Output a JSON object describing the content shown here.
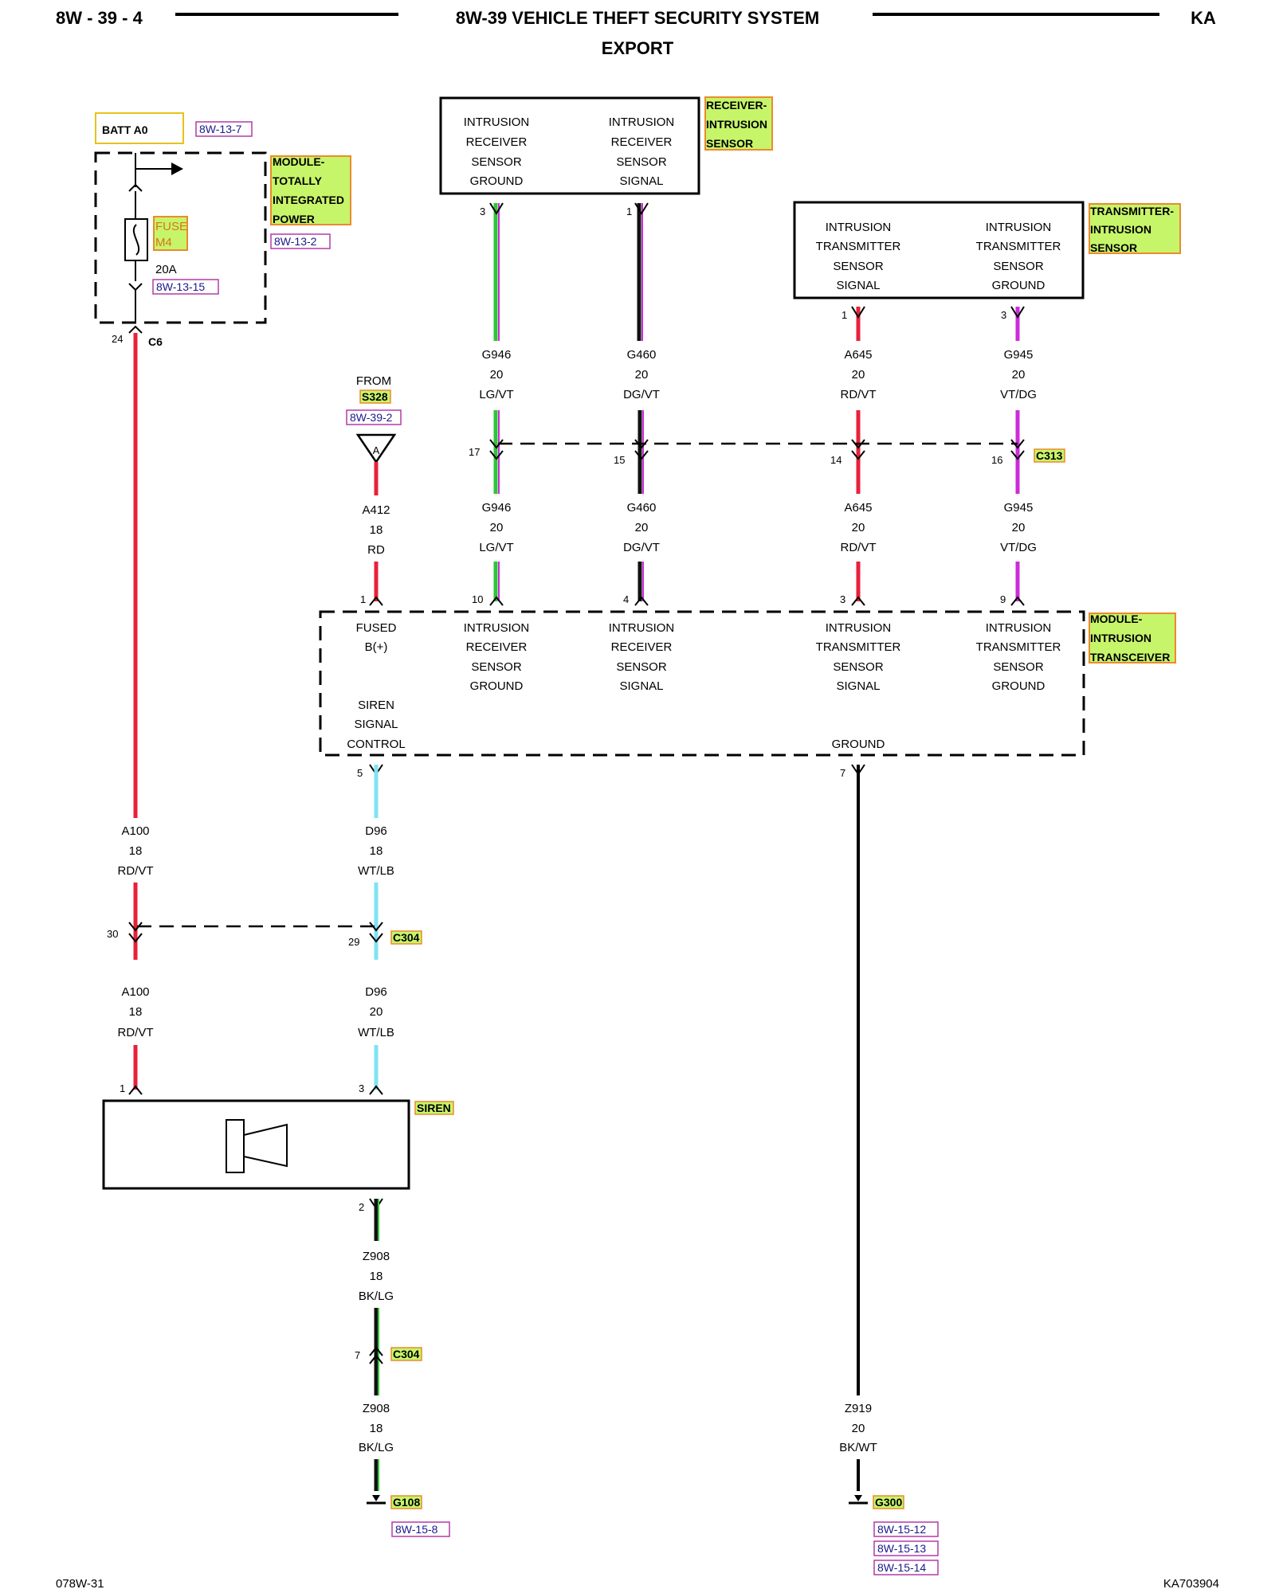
{
  "header": {
    "page_id": "8W - 39 - 4",
    "title": "8W-39 VEHICLE THEFT SECURITY SYSTEM",
    "subtitle": "EXPORT",
    "model": "KA"
  },
  "footer": {
    "left": "078W-31",
    "right": "KA703904"
  },
  "batt": {
    "label": "BATT A0",
    "ref": "8W-13-7"
  },
  "tipm": {
    "label_lines": [
      "MODULE-",
      "TOTALLY",
      "INTEGRATED",
      "POWER"
    ],
    "ref": "8W-13-2",
    "fuse_label": [
      "FUSE",
      "M4"
    ],
    "fuse_rating": "20A",
    "fuse_ref": "8W-13-15",
    "pin": "24",
    "connector": "C6"
  },
  "receiver": {
    "label_lines": [
      "RECEIVER-",
      "INTRUSION",
      "SENSOR"
    ],
    "col1": [
      "INTRUSION",
      "RECEIVER",
      "SENSOR",
      "GROUND"
    ],
    "col2": [
      "INTRUSION",
      "RECEIVER",
      "SENSOR",
      "SIGNAL"
    ],
    "pin1": "3",
    "pin2": "1"
  },
  "transmitter": {
    "label_lines": [
      "TRANSMITTER-",
      "INTRUSION",
      "SENSOR"
    ],
    "col1": [
      "INTRUSION",
      "TRANSMITTER",
      "SENSOR",
      "SIGNAL"
    ],
    "col2": [
      "INTRUSION",
      "TRANSMITTER",
      "SENSOR",
      "GROUND"
    ],
    "pin1": "1",
    "pin2": "3"
  },
  "splice": {
    "from": "FROM",
    "name": "S328",
    "ref": "8W-39-2",
    "letter": "A"
  },
  "c313": {
    "connector": "C313",
    "pins": [
      "17",
      "15",
      "14",
      "16"
    ],
    "upper_wires": [
      {
        "code": "G946",
        "gauge": "20",
        "color": "LG/VT"
      },
      {
        "code": "G460",
        "gauge": "20",
        "color": "DG/VT"
      },
      {
        "code": "A645",
        "gauge": "20",
        "color": "RD/VT"
      },
      {
        "code": "G945",
        "gauge": "20",
        "color": "VT/DG"
      }
    ],
    "lower_wires": [
      {
        "code": "G946",
        "gauge": "20",
        "color": "LG/VT"
      },
      {
        "code": "G460",
        "gauge": "20",
        "color": "DG/VT"
      },
      {
        "code": "A645",
        "gauge": "20",
        "color": "RD/VT"
      },
      {
        "code": "G945",
        "gauge": "20",
        "color": "VT/DG"
      }
    ]
  },
  "a412": {
    "code": "A412",
    "gauge": "18",
    "color": "RD"
  },
  "transceiver": {
    "label_lines": [
      "MODULE-",
      "INTRUSION",
      "TRANSCEIVER"
    ],
    "pins_top": [
      "1",
      "10",
      "4",
      "3",
      "9"
    ],
    "fused": [
      "FUSED",
      "B(+)"
    ],
    "rx_gnd": [
      "INTRUSION",
      "RECEIVER",
      "SENSOR",
      "GROUND"
    ],
    "rx_sig": [
      "INTRUSION",
      "RECEIVER",
      "SENSOR",
      "SIGNAL"
    ],
    "tx_sig": [
      "INTRUSION",
      "TRANSMITTER",
      "SENSOR",
      "SIGNAL"
    ],
    "tx_gnd": [
      "INTRUSION",
      "TRANSMITTER",
      "SENSOR",
      "GROUND"
    ],
    "siren": [
      "SIREN",
      "SIGNAL",
      "CONTROL"
    ],
    "ground": "GROUND",
    "pin_siren": "5",
    "pin_ground": "7"
  },
  "c304_upper": {
    "connector": "C304",
    "pin_left": "30",
    "pin_right": "29",
    "a100_upper": {
      "code": "A100",
      "gauge": "18",
      "color": "RD/VT"
    },
    "d96_upper": {
      "code": "D96",
      "gauge": "18",
      "color": "WT/LB"
    },
    "a100_lower": {
      "code": "A100",
      "gauge": "18",
      "color": "RD/VT"
    },
    "d96_lower": {
      "code": "D96",
      "gauge": "20",
      "color": "WT/LB"
    }
  },
  "siren": {
    "label": "SIREN",
    "pin_a": "1",
    "pin_b": "3",
    "pin_c": "2"
  },
  "z908": {
    "upper": {
      "code": "Z908",
      "gauge": "18",
      "color": "BK/LG"
    },
    "connector": "C304",
    "pin": "7",
    "lower": {
      "code": "Z908",
      "gauge": "18",
      "color": "BK/LG"
    },
    "ground": "G108",
    "ground_ref": "8W-15-8"
  },
  "z919": {
    "wire": {
      "code": "Z919",
      "gauge": "20",
      "color": "BK/WT"
    },
    "ground": "G300",
    "ground_refs": [
      "8W-15-12",
      "8W-15-13",
      "8W-15-14"
    ]
  },
  "colors": {
    "red": "#e8213a",
    "green": "#2fc43a",
    "violet": "#cc2cd9",
    "cyan": "#7fe3f2",
    "black": "#000000",
    "highlight_fill": "#c7f56a",
    "highlight_stroke": "#ec8a2c",
    "ref_box": "#b23ca8",
    "batt_box": "#e8c21a"
  }
}
